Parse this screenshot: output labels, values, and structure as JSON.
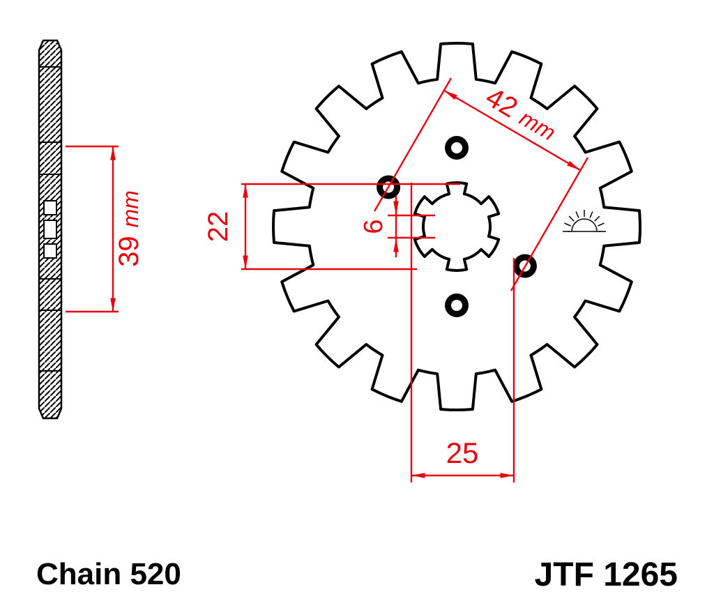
{
  "drawing": {
    "background": "#ffffff",
    "line_color": "#000000",
    "dimension_color": "#e8000d"
  },
  "dimensions": {
    "dim_42": {
      "value": "42",
      "unit": "mm"
    },
    "dim_22": {
      "value": "22",
      "unit": ""
    },
    "dim_6": {
      "value": "6",
      "unit": ""
    },
    "dim_25": {
      "value": "25",
      "unit": ""
    },
    "dim_39": {
      "value": "39",
      "unit": "mm"
    }
  },
  "footer": {
    "chain_label": "Chain 520",
    "model_label": "JTF 1265"
  }
}
